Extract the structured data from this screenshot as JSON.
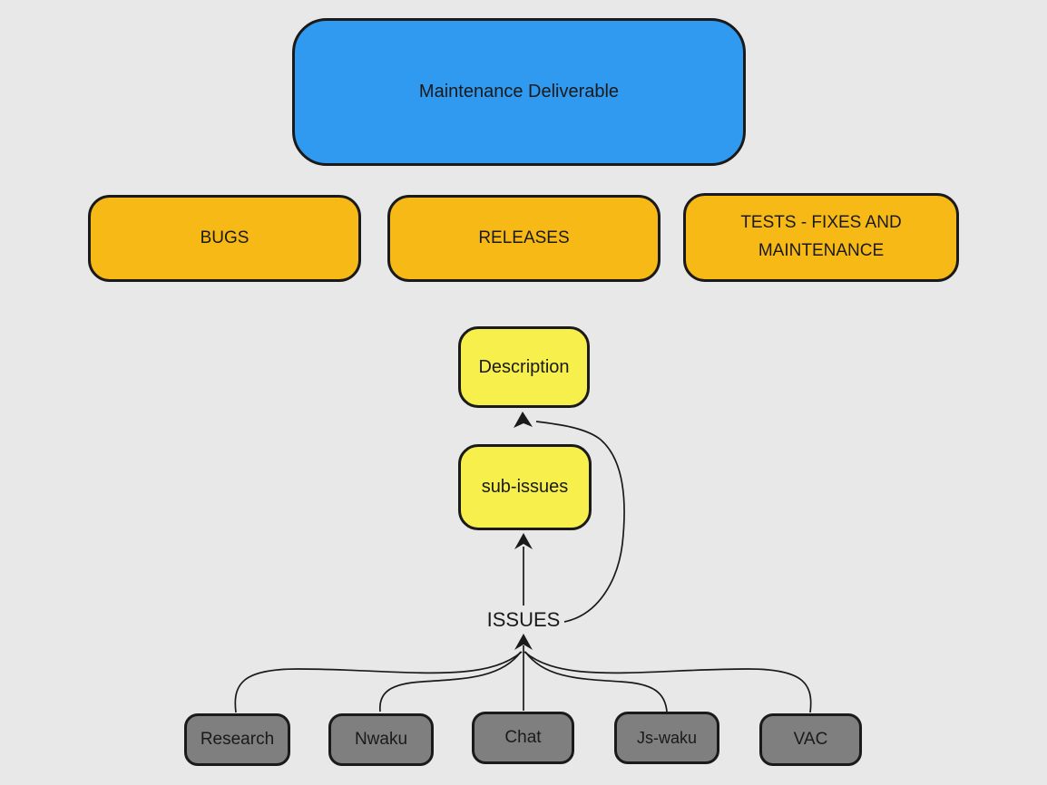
{
  "diagram": {
    "nodes": {
      "root": {
        "label": "Maintenance Deliverable"
      },
      "bugs": {
        "label": "BUGS"
      },
      "releases": {
        "label": "RELEASES"
      },
      "tests": {
        "label": "TESTS - FIXES AND MAINTENANCE"
      },
      "description": {
        "label": "Description"
      },
      "sub_issues": {
        "label": "sub-issues"
      },
      "issues": {
        "label": "ISSUES"
      },
      "research": {
        "label": "Research"
      },
      "nwaku": {
        "label": "Nwaku"
      },
      "chat": {
        "label": "Chat"
      },
      "js_waku": {
        "label": "Js-waku"
      },
      "vac": {
        "label": "VAC"
      }
    },
    "edges": [
      {
        "from": "Research",
        "to": "ISSUES"
      },
      {
        "from": "Nwaku",
        "to": "ISSUES"
      },
      {
        "from": "Chat",
        "to": "ISSUES"
      },
      {
        "from": "Js-waku",
        "to": "ISSUES"
      },
      {
        "from": "VAC",
        "to": "ISSUES"
      },
      {
        "from": "ISSUES",
        "to": "sub-issues"
      },
      {
        "from": "ISSUES",
        "to": "Description"
      }
    ],
    "colors": {
      "background": "#e8e8e8",
      "root_fill": "#2f9af0",
      "branch_fill": "#f7b915",
      "leaf_fill": "#f7ef4b",
      "gray_fill": "#7f7f7f",
      "stroke": "#1a1a1a"
    }
  }
}
